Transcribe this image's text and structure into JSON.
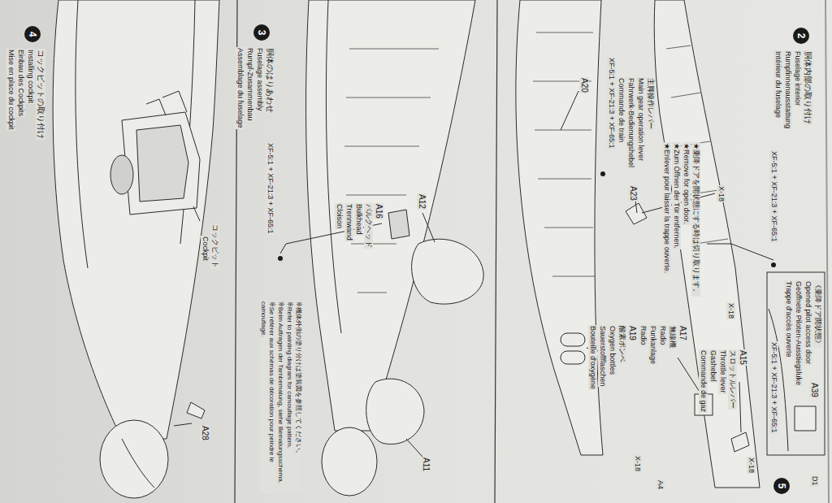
{
  "diagram": {
    "nodes": [
      {
        "text": [
          "2"
        ]
      },
      {
        "text": [
          "3"
        ]
      },
      {
        "text": [
          "4"
        ]
      },
      {
        "text": [
          "5"
        ]
      }
    ],
    "labels": [
      "胴体内部の取り付け",
      "Fuselage interior",
      "Rumpfinnenausstattung",
      "Intérieur du fuselage",
      "XF-5:1 + XF-21:3 + XF-65:1",
      "A20",
      "主脚操作レバー",
      "Main gear operation lever",
      "Fahrwerk-Bedienungshebel",
      "Commande de train",
      "XF-5:1 + XF-21:3 + XF-65:1",
      "A23",
      "★乗降ドアを開状態にする時は切り取ります。",
      "★Remove for open door.",
      "★Zum Öffnen der Tür entfernen.",
      "★Enlever pour laisser la trappe ouverte.",
      "X-18",
      "《乗降ドア開状態》",
      "Opened pilot access door",
      "Geöffnete Piloten-Ausstiegsluke",
      "Trappe d'accès ouverte",
      "XF-5:1 + XF-21:3 + XF-65:1",
      "A39",
      "A19",
      "酸素ボンベ",
      "Oxygen bottles",
      "Sauerstoffflaschen",
      "Bouteille d'oxygène",
      "X-18",
      "A17",
      "無線機",
      "Radio",
      "Funkanlage",
      "Radio",
      "X-18",
      "A15",
      "スロットルレバー",
      "Throttle lever",
      "Gashebel",
      "Commande de gaz",
      "X-18",
      "A4",
      "胴体のはりあわせ",
      "Fuselage assembly",
      "Rumpf-Zusammenbau",
      "Assemblage du fuselage",
      "XF-5:1 + XF-21:3 + XF-65:1",
      "A16",
      "バルクヘッド",
      "Bulkhead",
      "Trennwand",
      "Cloison",
      "A12",
      "A11",
      "※機体外側の塗り分けは塗装図を参照してください。",
      "※Refer to painting diagram for camouflage pattern.",
      "※Beim Auftragen der Tarnbemalung, siehe Bemalungsschema.",
      "※Se référer aux schémas de décoration pour peindre le camouflage.",
      "コックピットの取り付け",
      "Installing cockpit",
      "Einbau des Cockpits",
      "Mise en place du cockpit",
      "コックピット",
      "Cockpit",
      "A28",
      "D1"
    ]
  }
}
